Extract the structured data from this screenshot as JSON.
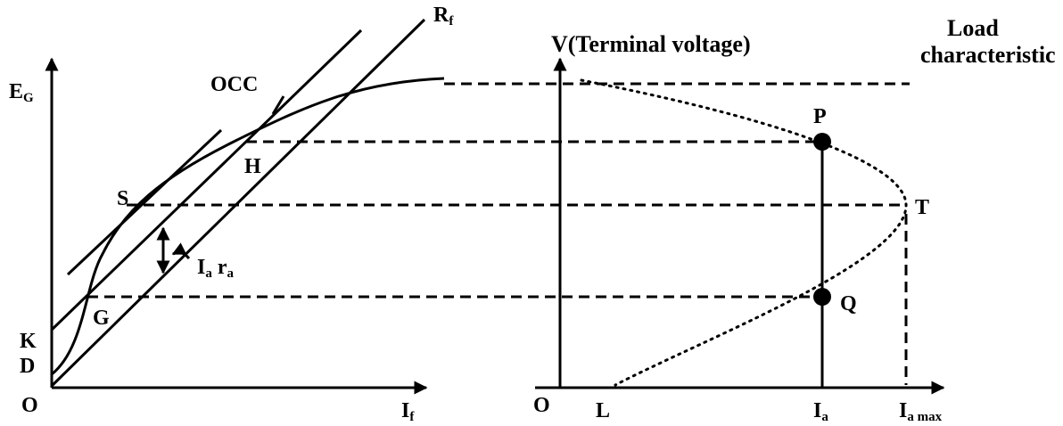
{
  "left_plot": {
    "y_axis_label_main": "E",
    "y_axis_label_sub": "G",
    "x_axis_label_main": "I",
    "x_axis_label_sub": "f",
    "origin_label": "O",
    "curve_label": "OCC",
    "line_label_main": "R",
    "line_label_sub": "f",
    "point_s": "S",
    "point_h": "H",
    "point_g": "G",
    "point_k": "K",
    "point_d": "D",
    "drop_label_main_1": "I",
    "drop_label_sub_1": "a",
    "drop_label_main_2": "r",
    "drop_label_sub_2": "a"
  },
  "right_plot": {
    "y_axis_label": "V(Terminal voltage)",
    "curve_label_line1": "Load",
    "curve_label_line2": "characteristic",
    "origin_label": "O",
    "point_l": "L",
    "point_p": "P",
    "point_q": "Q",
    "point_t": "T",
    "x_tick_ia_main": "I",
    "x_tick_ia_sub": "a",
    "x_tick_iamax_main": "I",
    "x_tick_iamax_sub": "a max"
  }
}
